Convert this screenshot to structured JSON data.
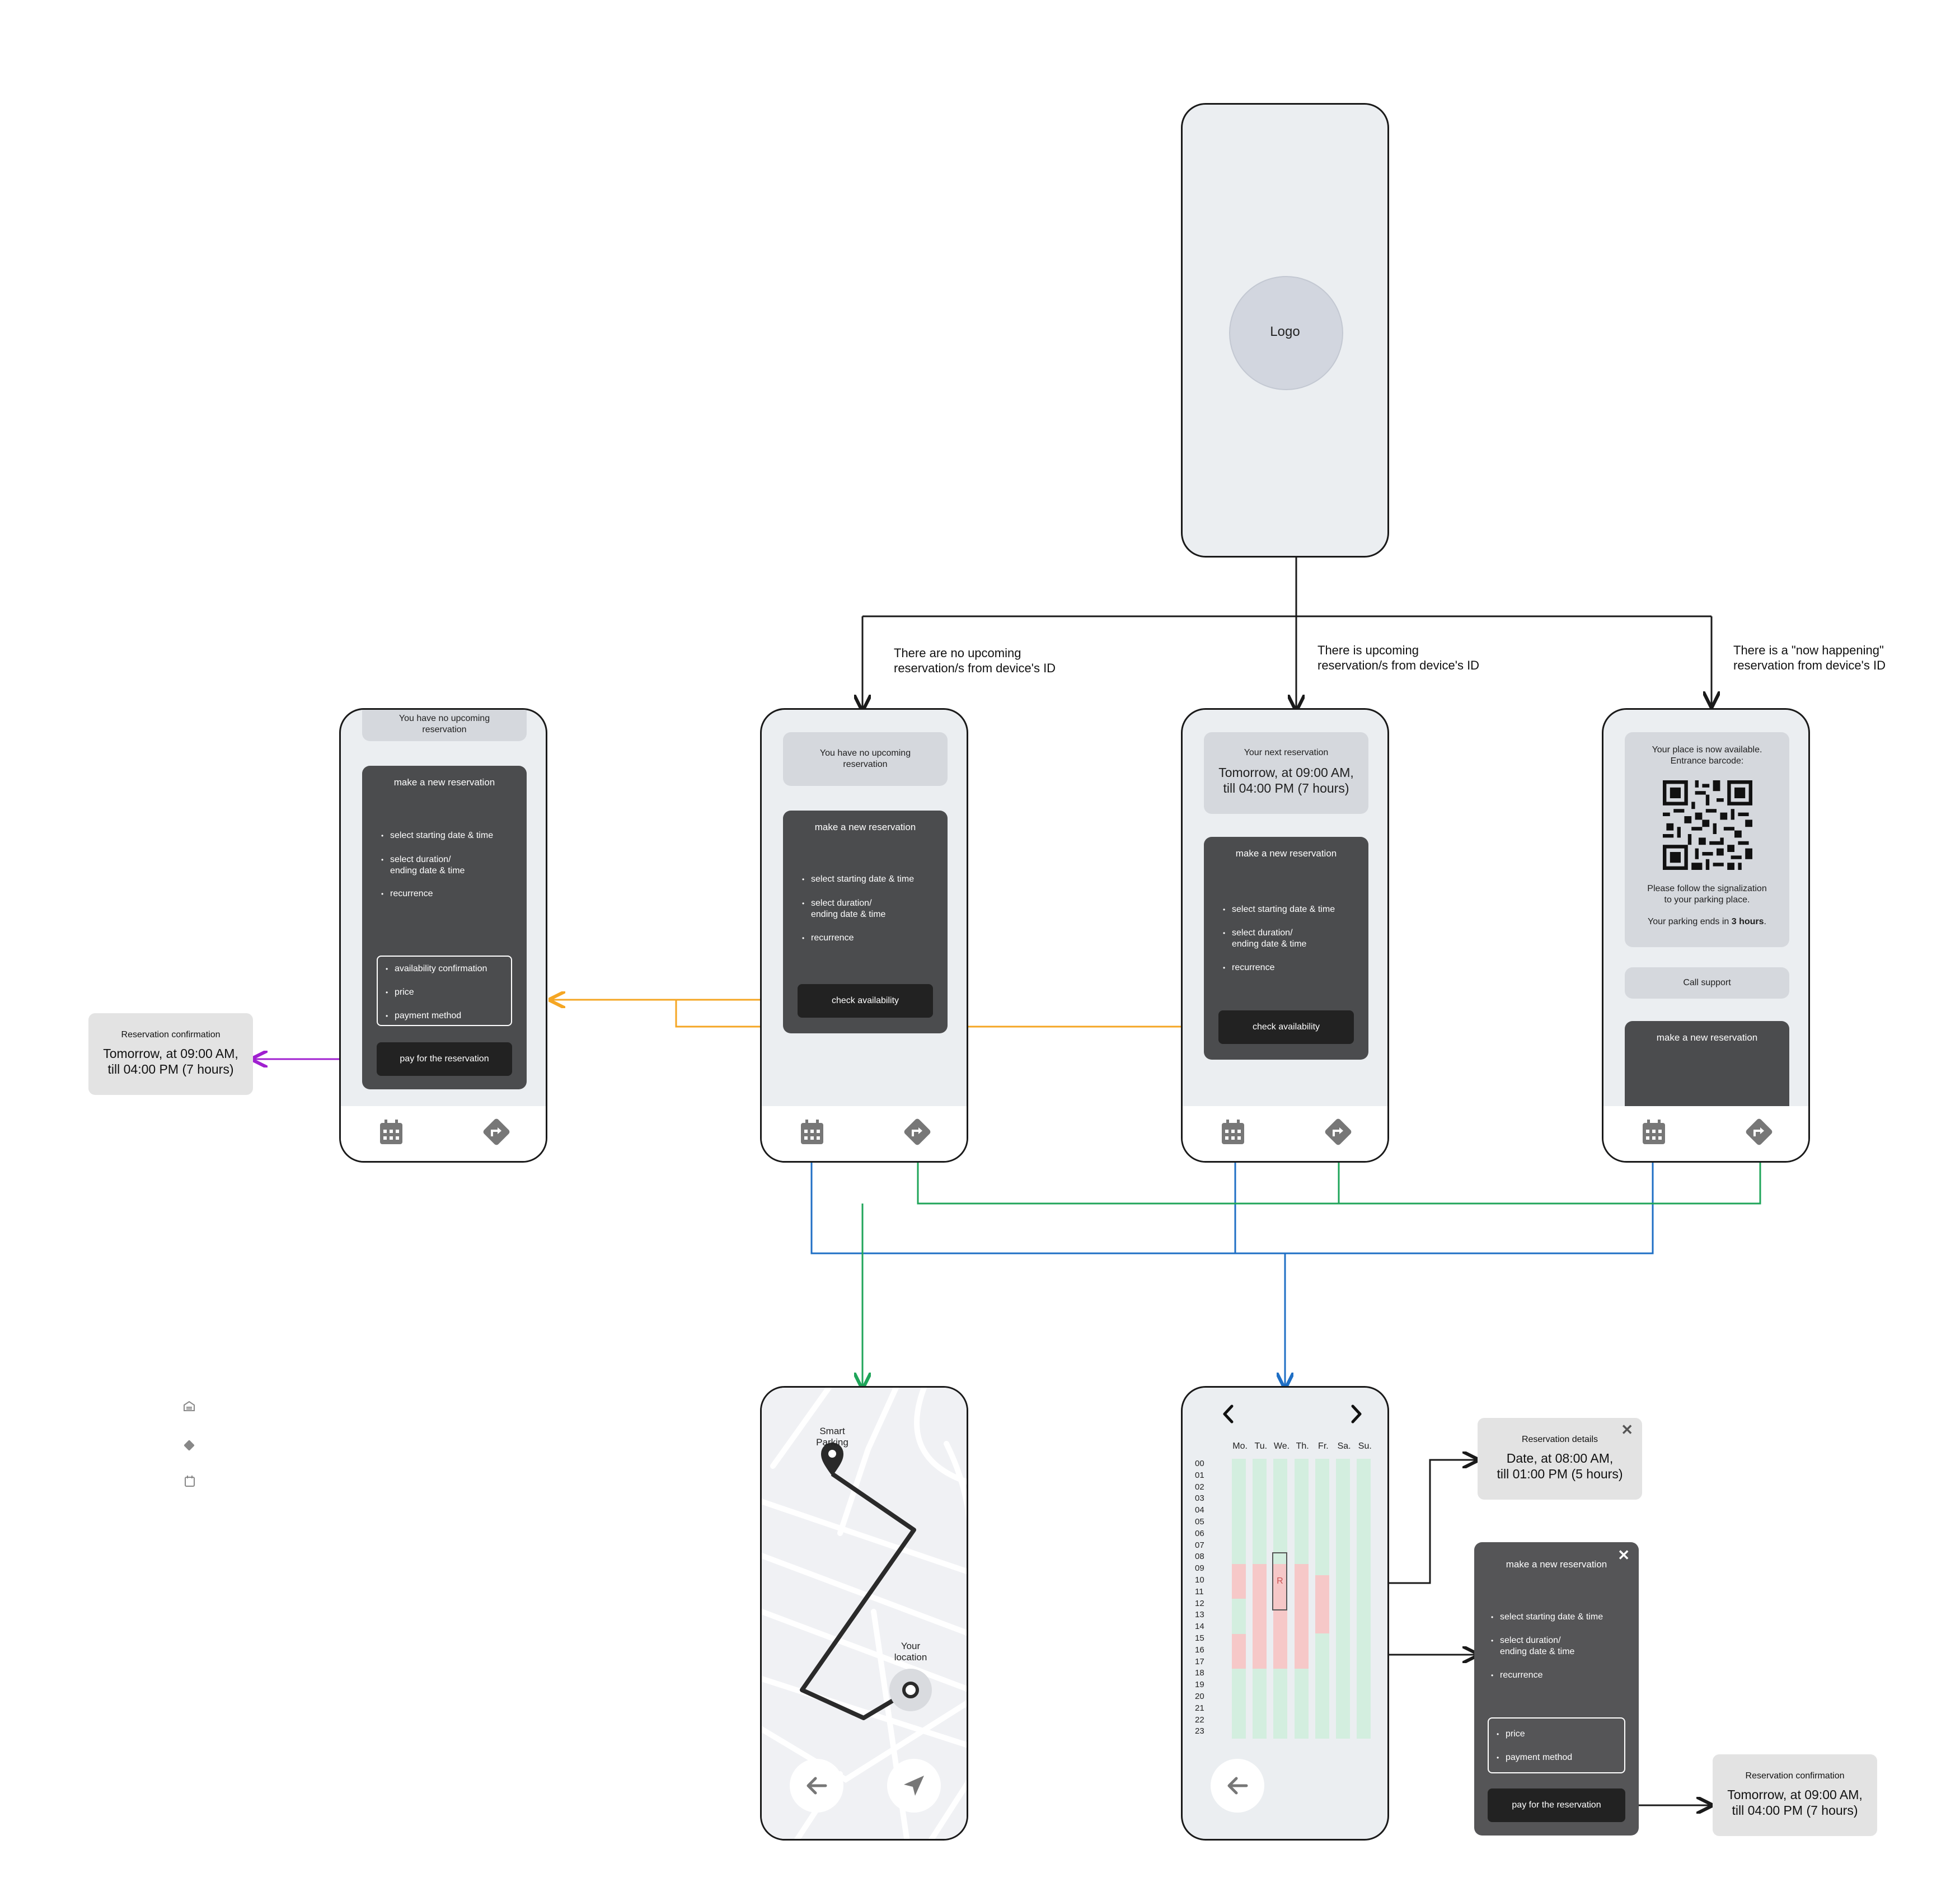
{
  "splash": {
    "logo": "Logo"
  },
  "branches": {
    "no_upcoming": "There are no upcoming\nreservation/s from device's ID",
    "upcoming": "There is upcoming\nreservation/s from device's ID",
    "now": "There is a \"now happening\"\nreservation from device's ID"
  },
  "phone_scrolled": {
    "top_text": "You have no upcoming\nreservation",
    "card_title": "make a new reservation",
    "items": [
      "select starting date & time",
      "select duration/\nending date & time",
      "recurrence"
    ],
    "sub_items": [
      "availability confirmation",
      "price",
      "payment method"
    ],
    "pay": "pay for the reservation"
  },
  "phone_none": {
    "top_text": "You have no upcoming\nreservation",
    "card_title": "make a new reservation",
    "items": [
      "select starting date & time",
      "select duration/\nending date & time",
      "recurrence"
    ],
    "button": "check availability"
  },
  "phone_next": {
    "top_label": "Your next reservation",
    "top_value": "Tomorrow, at 09:00 AM,\ntill 04:00 PM (7 hours)",
    "card_title": "make a new reservation",
    "items": [
      "select starting date & time",
      "select duration/\nending date & time",
      "recurrence"
    ],
    "button": "check availability"
  },
  "phone_now": {
    "top_text": "Your place is now available.\nEntrance barcode:",
    "follow": "Please follow the signalization\nto your parking place.",
    "ends_prefix": "Your parking ends in ",
    "ends_bold": "3 hours",
    "ends_suffix": ".",
    "support": "Call support",
    "card_title": "make a new reservation"
  },
  "confirm_left": {
    "label": "Reservation confirmation",
    "value": "Tomorrow, at 09:00 AM,\ntill 04:00 PM (7 hours)"
  },
  "map_phone": {
    "dest": "Smart\nParking",
    "you": "Your\nlocation"
  },
  "calendar_phone": {
    "days": [
      "Mo.",
      "Tu.",
      "We.",
      "Th.",
      "Fr.",
      "Sa.",
      "Su."
    ],
    "hours": [
      "00",
      "01",
      "02",
      "03",
      "04",
      "05",
      "06",
      "07",
      "08",
      "09",
      "10",
      "11",
      "12",
      "13",
      "14",
      "15",
      "16",
      "17",
      "18",
      "19",
      "20",
      "21",
      "22",
      "23"
    ],
    "marker": "R"
  },
  "details_popup": {
    "label": "Reservation details",
    "value": "Date, at 08:00 AM,\ntill 01:00 PM (5 hours)"
  },
  "new_popup": {
    "title": "make a new reservation",
    "items": [
      "select starting date & time",
      "select duration/\nending date & time",
      "recurrence"
    ],
    "sub_items": [
      "price",
      "payment method"
    ],
    "pay": "pay for the reservation"
  },
  "confirm_right": {
    "label": "Reservation confirmation",
    "value": "Tomorrow, at 09:00 AM,\ntill 04:00 PM (7 hours)"
  },
  "colors": {
    "orange": "#f5a623",
    "purple": "#a020d0",
    "blue": "#1f6fc5",
    "green": "#1fa55a",
    "black": "#1a1a1a"
  }
}
